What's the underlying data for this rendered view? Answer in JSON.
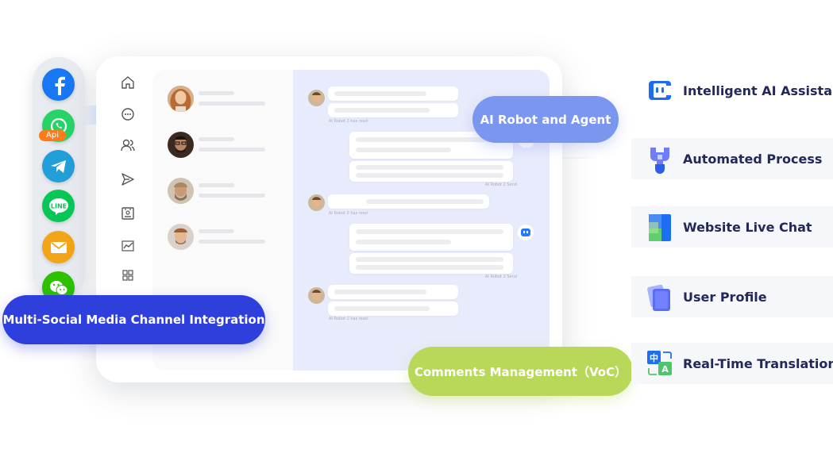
{
  "channels": [
    {
      "name": "facebook-icon",
      "color": "#1877f2"
    },
    {
      "name": "whatsapp-icon",
      "color": "#25d366",
      "tag": "Api"
    },
    {
      "name": "telegram-icon",
      "color": "#229ed9"
    },
    {
      "name": "line-icon",
      "color": "#06c755",
      "label": "LINE"
    },
    {
      "name": "email-icon",
      "color": "#f2a516"
    },
    {
      "name": "wechat-icon",
      "color": "#2dc100"
    }
  ],
  "nav": [
    "home-icon",
    "chat-icon",
    "contacts-icon",
    "send-icon",
    "profile-card-icon",
    "analytics-icon",
    "apps-grid-icon"
  ],
  "chat": {
    "read_label_1": "AI Robot 2 has read",
    "sent_label_1": "AI Robot 2 Send",
    "read_label_2": "AI Robot 2 has read",
    "sent_label_2": "AI Robot 2 Send",
    "read_label_3": "AI Robot 2 has read"
  },
  "pills": {
    "social": "Multi-Social Media Channel Integration",
    "robot": "AI Robot and Agent",
    "voc": "Comments Management（VoC）"
  },
  "features": [
    {
      "label": "Intelligent AI Assistant",
      "icon": "ai-assistant-icon"
    },
    {
      "label": "Automated Process",
      "icon": "automation-icon"
    },
    {
      "label": "Website Live Chat",
      "icon": "live-chat-icon"
    },
    {
      "label": "User Profile",
      "icon": "user-profile-icon"
    },
    {
      "label": "Real-Time Translation",
      "icon": "translation-icon",
      "glyph_zh": "中",
      "glyph_en": "A"
    }
  ],
  "colors": {
    "social_pill": "#2f3fdc",
    "robot_pill": "#7b96ee",
    "voc_pill": "#b9d85a",
    "feature_text": "#23285a",
    "chat_bg": "#e8ebfb"
  }
}
